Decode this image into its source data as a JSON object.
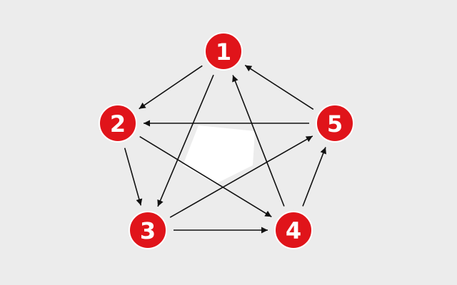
{
  "diagram": {
    "background": "#ececec",
    "center_fill": "#ffffff",
    "node_fill": "#e0141a",
    "node_stroke": "#ffffff",
    "label_color": "#ffffff",
    "edge_color": "#111111",
    "nodes": [
      {
        "id": "1",
        "label": "1"
      },
      {
        "id": "2",
        "label": "2"
      },
      {
        "id": "3",
        "label": "3"
      },
      {
        "id": "4",
        "label": "4"
      },
      {
        "id": "5",
        "label": "5"
      }
    ],
    "edges": [
      {
        "from": "1",
        "to": "2"
      },
      {
        "from": "1",
        "to": "3"
      },
      {
        "from": "2",
        "to": "3"
      },
      {
        "from": "2",
        "to": "4"
      },
      {
        "from": "3",
        "to": "4"
      },
      {
        "from": "3",
        "to": "5"
      },
      {
        "from": "4",
        "to": "1"
      },
      {
        "from": "4",
        "to": "5"
      },
      {
        "from": "5",
        "to": "1"
      },
      {
        "from": "5",
        "to": "2"
      }
    ]
  }
}
